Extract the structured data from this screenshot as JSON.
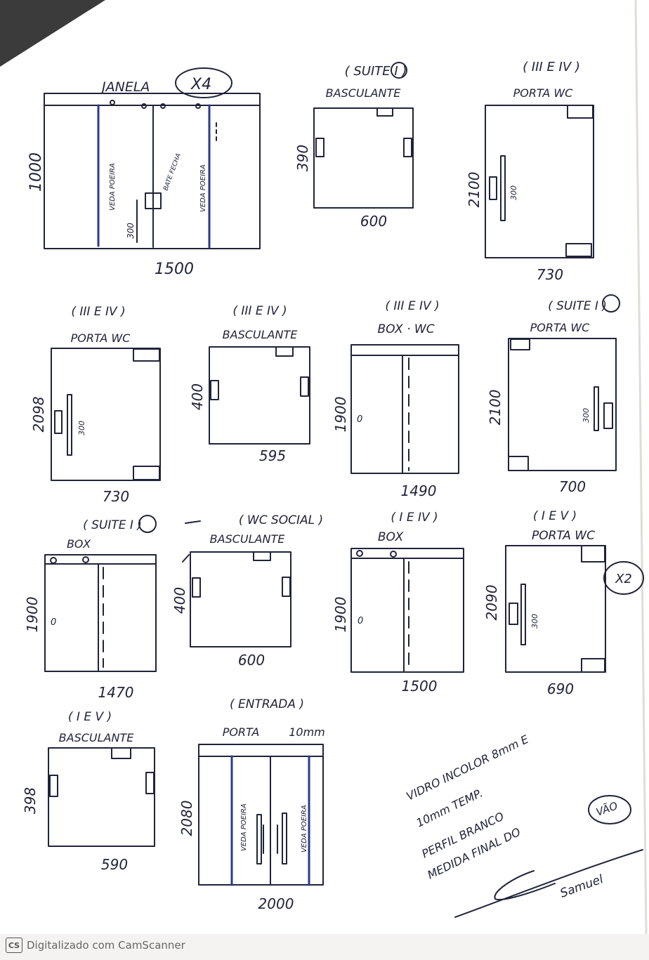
{
  "footer": {
    "app_icon": "cs-logo",
    "text": "Digitalizado com CamScanner"
  },
  "colors": {
    "ink": "#20243a",
    "accent_line": "#2b3a8f",
    "paper": "#ffffff",
    "border": "#e6e4e0"
  },
  "janela": {
    "title": "JANELA",
    "qty": "X4",
    "height": "1000",
    "width": "1500",
    "label_left": "VEDA POEIRA",
    "label_right": "VEDA POEIRA",
    "label_center": "BATE FECHA",
    "handle": "300"
  },
  "basc1": {
    "group": "( SUITE I )",
    "type": "BASCULANTE",
    "height": "390",
    "width": "600"
  },
  "porta1": {
    "group": "( III E IV )",
    "type": "PORTA WC",
    "height": "2100",
    "width": "730",
    "handle": "300"
  },
  "porta2": {
    "group": "( III E IV )",
    "type": "PORTA WC",
    "height": "2098",
    "width": "730",
    "handle": "300"
  },
  "basc2": {
    "group": "( III E IV )",
    "type": "BASCULANTE",
    "height": "400",
    "width": "595"
  },
  "box1": {
    "group": "( III E IV )",
    "type": "BOX · WC",
    "height": "1900",
    "width": "1490",
    "mark": "0"
  },
  "porta3": {
    "group": "( SUITE I )",
    "type": "PORTA WC",
    "height": "2100",
    "width": "700",
    "handle": "300"
  },
  "box2": {
    "group": "( SUITE I )",
    "type": "BOX",
    "height": "1900",
    "width": "1470",
    "mark": "0"
  },
  "basc3": {
    "group": "( WC SOCIAL )",
    "type": "BASCULANTE",
    "height": "400",
    "width": "600"
  },
  "box3": {
    "group": "( I E IV )",
    "type": "BOX",
    "height": "1900",
    "width": "1500",
    "mark": "0"
  },
  "porta4": {
    "group": "( I E V )",
    "type": "PORTA WC",
    "height": "2090",
    "width": "690",
    "handle": "300",
    "qty": "X2"
  },
  "basc4": {
    "group": "( I E V )",
    "type": "BASCULANTE",
    "height": "398",
    "width": "590"
  },
  "entrada": {
    "group": "( ENTRADA )",
    "type": "PORTA",
    "thickness": "10mm",
    "height": "2080",
    "width": "2000",
    "label_left": "VEDA POEIRA",
    "label_right": "VEDA POEIRA"
  },
  "notes": {
    "line1": "VIDRO INCOLOR 8mm E",
    "line2": "10mm TEMP.",
    "line3": "PERFIL BRANCO",
    "line4": "MEDIDA FINAL DO",
    "line4_circled": "VÃO",
    "signature": "Samuel"
  }
}
